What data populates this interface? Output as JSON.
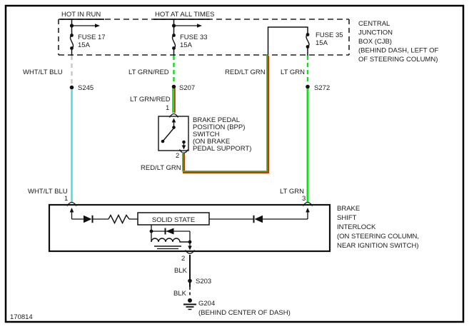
{
  "title_row": {
    "hot_in_run": "HOT IN RUN",
    "hot_at_all_times": "HOT AT ALL TIMES"
  },
  "fuses": [
    {
      "label": "FUSE 17",
      "rating": "15A"
    },
    {
      "label": "FUSE 33",
      "rating": "15A"
    },
    {
      "label": "FUSE 35",
      "rating": "15A"
    }
  ],
  "cjb": {
    "lines": [
      "CENTRAL",
      "JUNCTION",
      "BOX (CJB)",
      "(BEHIND DASH, LEFT OF",
      "OF STEERING COLUMN)"
    ]
  },
  "wire_labels": {
    "wht_lt_blu": "WHT/LT BLU",
    "lt_grn_red": "LT GRN/RED",
    "red_lt_grn": "RED/LT GRN",
    "lt_grn": "LT GRN",
    "blk": "BLK"
  },
  "splices": {
    "s245": "S245",
    "s207": "S207",
    "s272": "S272",
    "s203": "S203"
  },
  "bpp_switch": {
    "lines": [
      "BRAKE PEDAL",
      "POSITION (BPP)",
      "SWITCH",
      "(ON BRAKE",
      "PEDAL SUPPORT)"
    ],
    "pin1": "1",
    "pin2": "2"
  },
  "interlock": {
    "solid_state": "SOLID STATE",
    "lines": [
      "BRAKE",
      "SHIFT",
      "INTERLOCK",
      "(ON STEERING COLUMN,",
      "NEAR IGNITION SWITCH)"
    ],
    "pin1": "1",
    "pin2": "2",
    "pin3": "3"
  },
  "ground": {
    "id": "G204",
    "location": "(BEHIND CENTER OF DASH)"
  },
  "ref_number": "170814",
  "colors": {
    "lt_blu": "#52DCE0",
    "wht": "#C6C6C6",
    "lt_grn": "#12DE1E",
    "red": "#C23A10",
    "blk": "#111111"
  }
}
